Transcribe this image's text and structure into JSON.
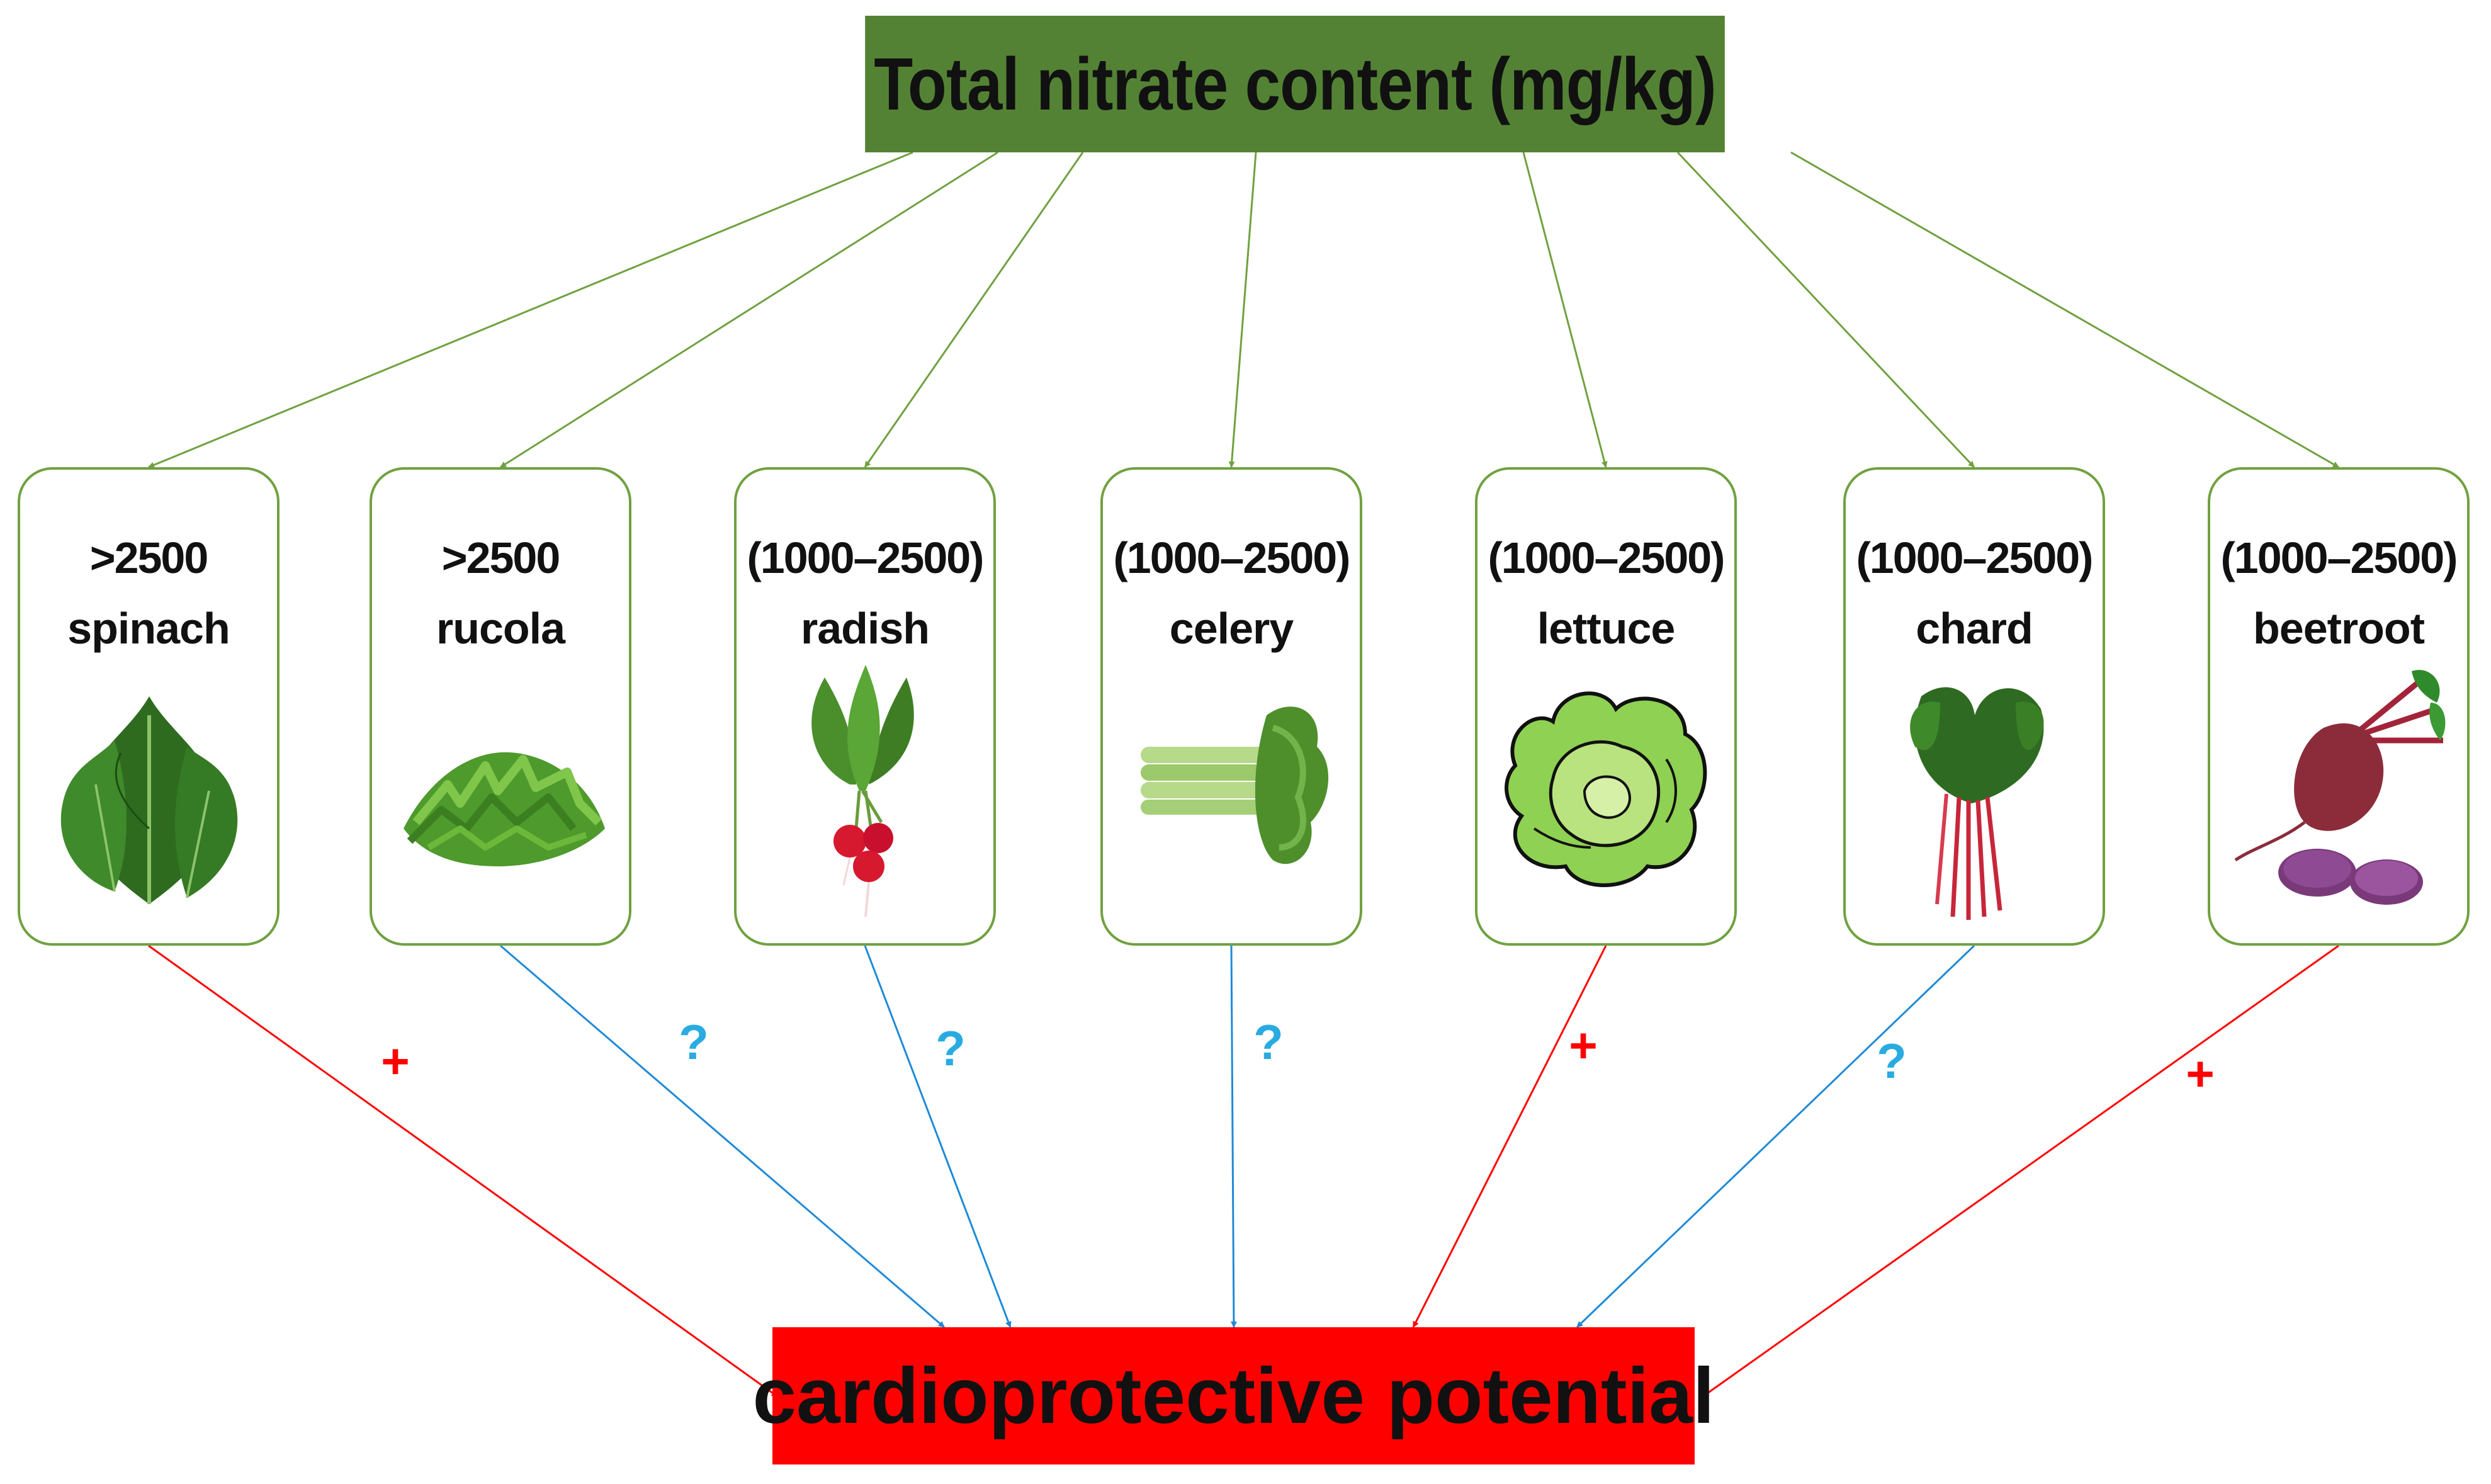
{
  "top_node": {
    "label": "Total nitrate content (mg/kg)",
    "color": "#548235"
  },
  "bottom_node": {
    "label": "cardioprotective potential",
    "color": "#ff0000"
  },
  "colors": {
    "card_border": "#70a140",
    "arrow_top": "#70a140",
    "positive": "#ff0000",
    "unknown": "#1f8ad6",
    "question_text": "#29abe2"
  },
  "vegetables": [
    {
      "range": ">2500",
      "name": "spinach",
      "icon": "spinach-icon",
      "effect": "+",
      "effect_type": "positive"
    },
    {
      "range": ">2500",
      "name": "rucola",
      "icon": "rucola-icon",
      "effect": "?",
      "effect_type": "unknown"
    },
    {
      "range": "(1000–2500)",
      "name": "radish",
      "icon": "radish-icon",
      "effect": "?",
      "effect_type": "unknown"
    },
    {
      "range": "(1000–2500)",
      "name": "celery",
      "icon": "celery-icon",
      "effect": "?",
      "effect_type": "unknown"
    },
    {
      "range": "(1000–2500)",
      "name": "lettuce",
      "icon": "lettuce-icon",
      "effect": "+",
      "effect_type": "positive"
    },
    {
      "range": "(1000–2500)",
      "name": "chard",
      "icon": "chard-icon",
      "effect": "?",
      "effect_type": "unknown"
    },
    {
      "range": "(1000–2500)",
      "name": "beetroot",
      "icon": "beetroot-icon",
      "effect": "+",
      "effect_type": "positive"
    }
  ]
}
